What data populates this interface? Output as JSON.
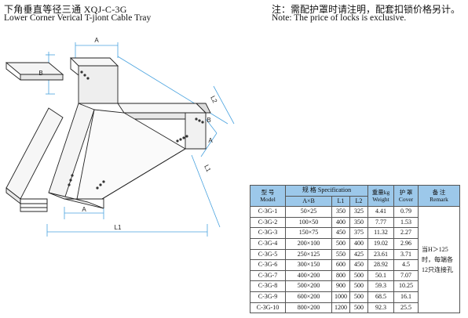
{
  "title_cn": "下角垂直等径三通 XQJ-C-3G",
  "title_en": "Lower Corner Verical T-jiont Cable Tray",
  "note_cn": "注：需配护罩时请注明，配套扣锁价格另计。",
  "note_en": "Note: The price of locks is exclusive.",
  "drawing_labels": {
    "a_top": "A",
    "b_left": "B",
    "l2": "L2",
    "b_right": "B",
    "a_right": "A",
    "l1_right": "L1",
    "a_bottom": "A",
    "l1_bottom": "L1"
  },
  "table": {
    "header": {
      "model_cn": "型 号",
      "model_en": "Model",
      "spec_cn": "规 格 Specification",
      "axb": "A×B",
      "l1": "L1",
      "l2": "L2",
      "weight_cn": "重量kg",
      "weight_en": "Weight",
      "cover_cn": "护 罩",
      "cover_en": "Cover",
      "remark_cn": "备 注",
      "remark_en": "Remark"
    },
    "rows": [
      {
        "model": "C-3G-1",
        "axb": "50×25",
        "l1": "350",
        "l2": "325",
        "weight": "4.41",
        "cover": "0.79"
      },
      {
        "model": "C-3G-2",
        "axb": "100×50",
        "l1": "400",
        "l2": "350",
        "weight": "7.77",
        "cover": "1.53"
      },
      {
        "model": "C-3G-3",
        "axb": "150×75",
        "l1": "450",
        "l2": "375",
        "weight": "11.32",
        "cover": "2.27"
      },
      {
        "model": "C-3G-4",
        "axb": "200×100",
        "l1": "500",
        "l2": "400",
        "weight": "19.02",
        "cover": "2.96"
      },
      {
        "model": "C-3G-5",
        "axb": "250×125",
        "l1": "550",
        "l2": "425",
        "weight": "23.61",
        "cover": "3.71"
      },
      {
        "model": "C-3G-6",
        "axb": "300×150",
        "l1": "600",
        "l2": "450",
        "weight": "28.92",
        "cover": "4.5"
      },
      {
        "model": "C-3G-7",
        "axb": "400×200",
        "l1": "800",
        "l2": "500",
        "weight": "50.1",
        "cover": "7.07"
      },
      {
        "model": "C-3G-8",
        "axb": "500×200",
        "l1": "900",
        "l2": "500",
        "weight": "59.3",
        "cover": "10.25"
      },
      {
        "model": "C-3G-9",
        "axb": "600×200",
        "l1": "1000",
        "l2": "500",
        "weight": "68.5",
        "cover": "16.1"
      },
      {
        "model": "C-3G-10",
        "axb": "800×200",
        "l1": "1200",
        "l2": "500",
        "weight": "92.3",
        "cover": "25.5"
      }
    ],
    "remark_lines": [
      "当H＞125",
      "时，每端各",
      "12只连接孔"
    ]
  },
  "colors": {
    "header_fill": "#9cc8ea",
    "dimension_line": "#4aa3df",
    "drawing_line": "#222222"
  }
}
